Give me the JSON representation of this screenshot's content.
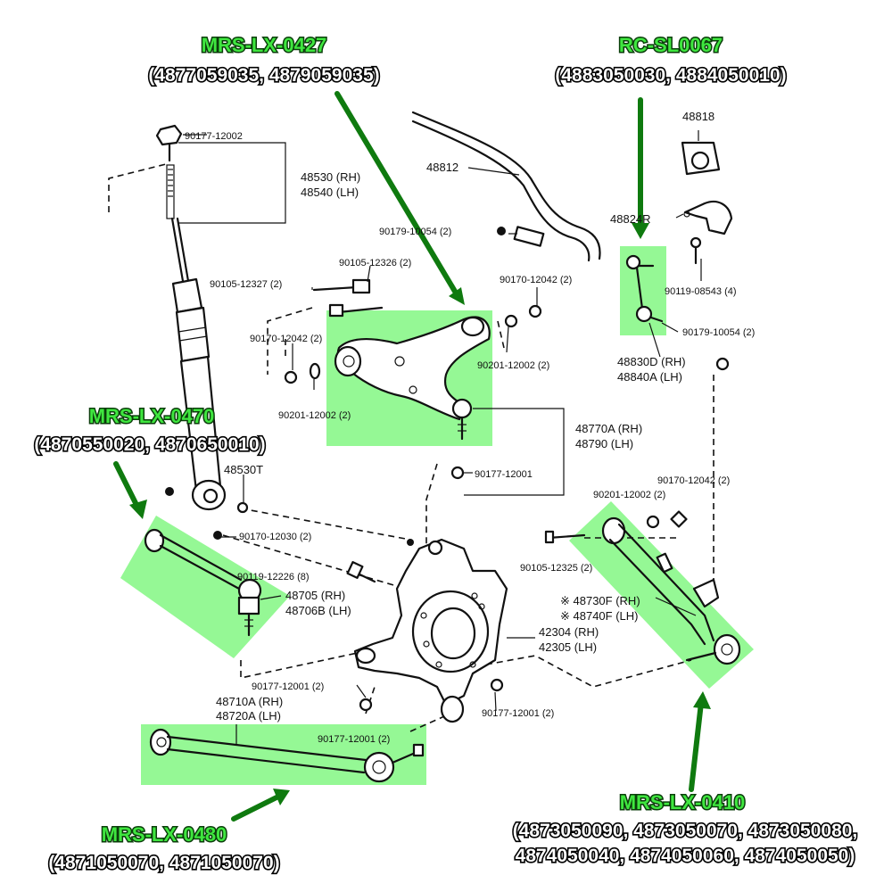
{
  "colors": {
    "highlight": "#3ef23e",
    "callout_code": "#3fe63f",
    "arrow": "#0f7a0f",
    "line_art": "#111111"
  },
  "callouts": {
    "c0427": {
      "code": "MRS-LX-0427",
      "oem": "(4877059035, 4879059035)"
    },
    "c0067": {
      "code": "RC-SL0067",
      "oem": "(4883050030, 4884050010)"
    },
    "c0470": {
      "code": "MRS-LX-0470",
      "oem": "(4870550020, 4870650010)"
    },
    "c0480": {
      "code": "MRS-LX-0480",
      "oem": "(4871050070, 4871050070)"
    },
    "c0410": {
      "code": "MRS-LX-0410",
      "oem_line1": "(4873050090, 4873050070, 4873050080,",
      "oem_line2": "4874050040, 4874050060, 4874050050)"
    }
  },
  "part_labels": {
    "p90177_12002": "90177-12002",
    "p48530": "48530 (RH)",
    "p48540": "48540 (LH)",
    "p48812": "48812",
    "p48818": "48818",
    "p48824": "48824R",
    "p90179_10054_a": "90179-10054 (2)",
    "p90105_12326": "90105-12326 (2)",
    "p90105_12327": "90105-12327 (2)",
    "p90170_12042_a": "90170-12042 (2)",
    "p90119_08543": "90119-08543 (4)",
    "p90170_12042_b": "90170-12042 (2)",
    "p90179_10054_b": "90179-10054 (2)",
    "p90201_12002_a": "90201-12002 (2)",
    "p48830": "48830D (RH)",
    "p48840": "48840A (LH)",
    "p90201_12002_b": "90201-12002 (2)",
    "p48770": "48770A (RH)",
    "p48790": "48790   (LH)",
    "p90177_12001_a": "90177-12001",
    "p48530T": "48530T",
    "p90170_12042_c": "90170-12042 (2)",
    "p90201_12002_c": "90201-12002 (2)",
    "p90170_12030": "90170-12030 (2)",
    "p90105_12325": "90105-12325 (2)",
    "p90119_12226": "90119-12226 (8)",
    "p48705": "48705 (RH)",
    "p48706": "48706B (LH)",
    "p48730": "※ 48730F (RH)",
    "p48740": "※ 48740F (LH)",
    "p42304": "42304 (RH)",
    "p42305": "42305 (LH)",
    "p90177_12001_b": "90177-12001 (2)",
    "p48710": "48710A (RH)",
    "p48720": "48720A (LH)",
    "p90177_12001_c": "90177-12001 (2)",
    "p90177_12001_d": "90177-12001 (2)"
  }
}
